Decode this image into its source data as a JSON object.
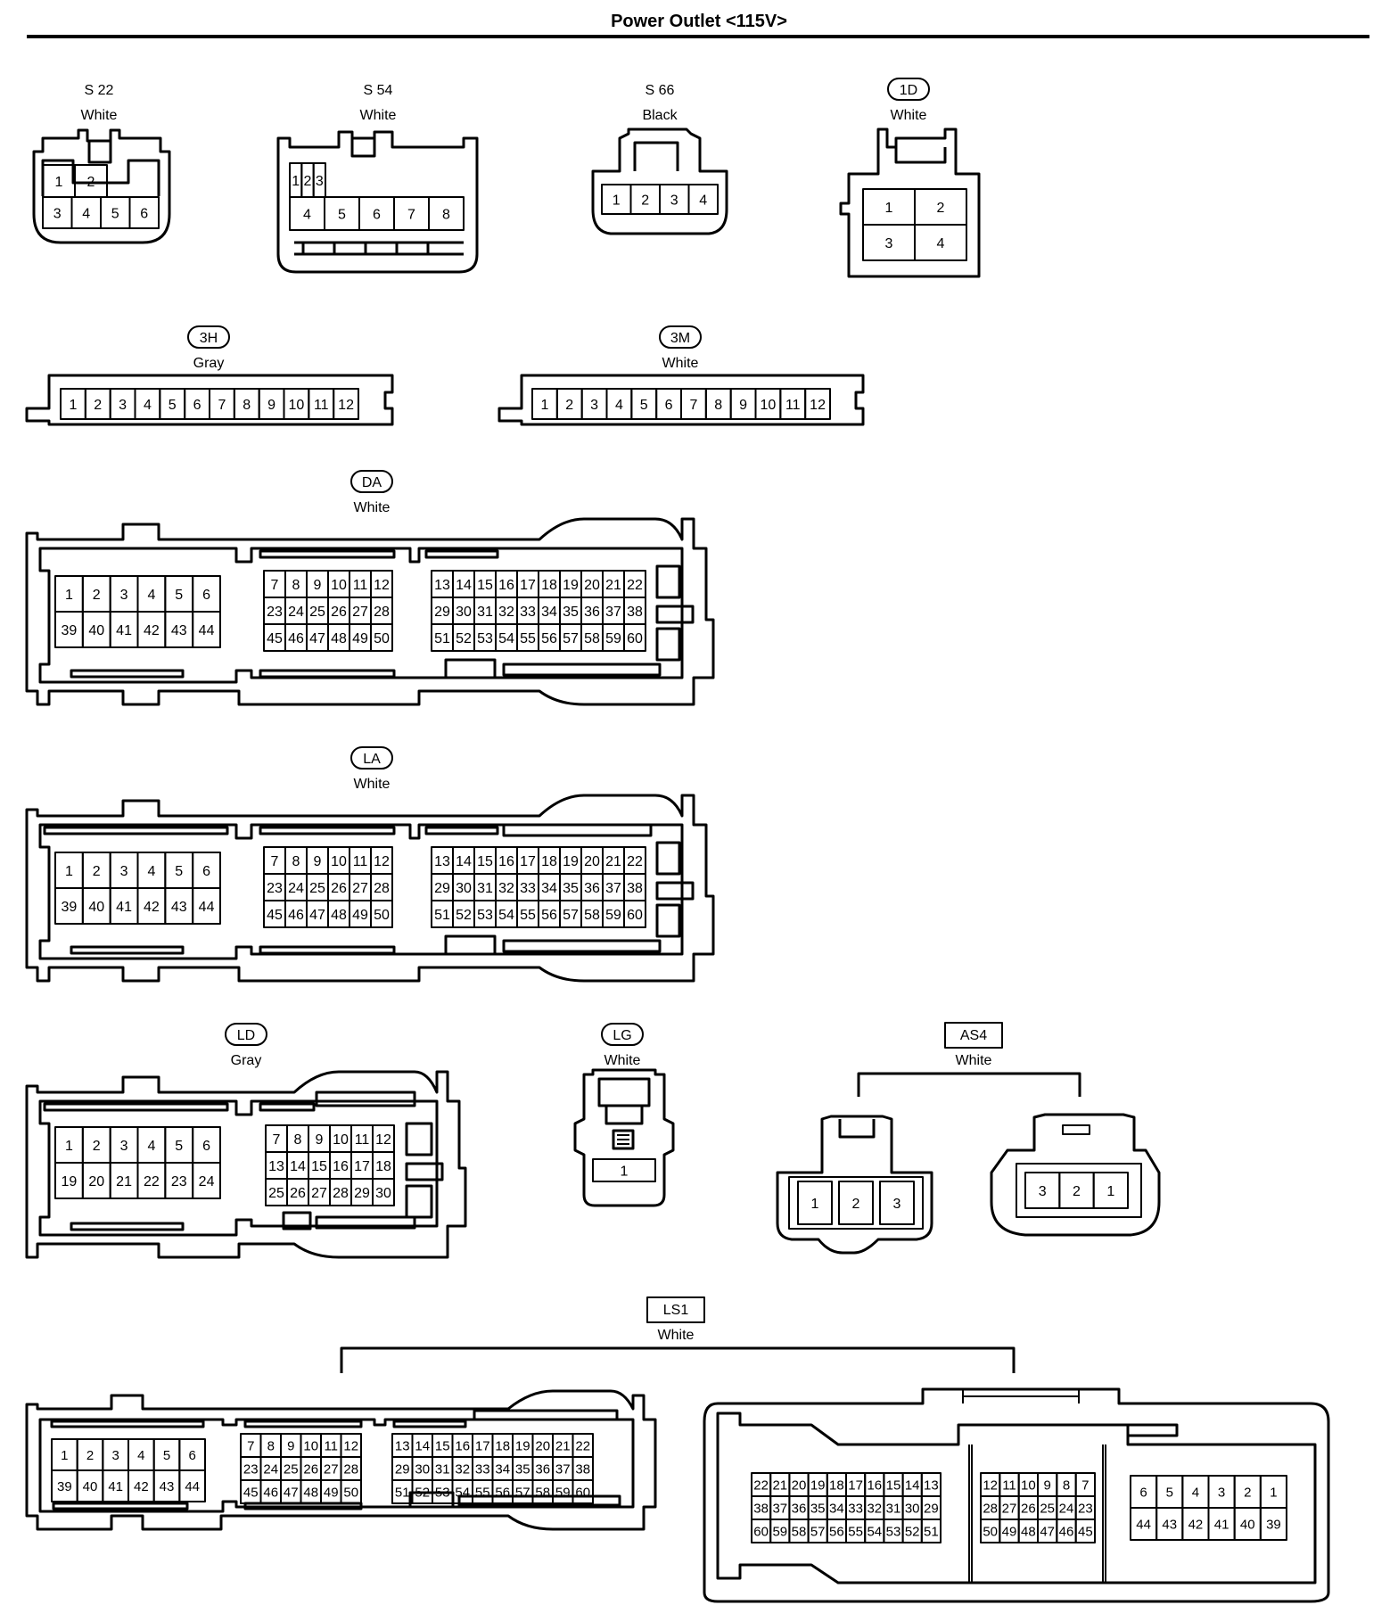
{
  "title": "Power Outlet <115V>",
  "connectors": {
    "s22": {
      "code": "S 22",
      "color": "White"
    },
    "s54": {
      "code": "S 54",
      "color": "White"
    },
    "s66": {
      "code": "S 66",
      "color": "Black"
    },
    "c1d": {
      "code": "1D",
      "color": "White"
    },
    "c3h": {
      "code": "3H",
      "color": "Gray"
    },
    "c3m": {
      "code": "3M",
      "color": "White"
    },
    "da": {
      "code": "DA",
      "color": "White"
    },
    "la": {
      "code": "LA",
      "color": "White"
    },
    "ld": {
      "code": "LD",
      "color": "Gray"
    },
    "lg": {
      "code": "LG",
      "color": "White"
    },
    "as4": {
      "code": "AS4",
      "color": "White"
    },
    "ls1": {
      "code": "LS1",
      "color": "White"
    }
  },
  "pins": {
    "s22": [
      [
        "1",
        "2"
      ],
      [
        "3",
        "4",
        "5",
        "6"
      ]
    ],
    "s54": [
      [
        "1",
        "2",
        "3"
      ],
      [
        "4",
        "5",
        "6",
        "7",
        "8"
      ]
    ],
    "s66": [
      [
        "1",
        "2",
        "3",
        "4"
      ]
    ],
    "c1d": [
      [
        "1",
        "2"
      ],
      [
        "3",
        "4"
      ]
    ],
    "c3h": [
      [
        "1",
        "2",
        "3",
        "4",
        "5",
        "6",
        "7",
        "8",
        "9",
        "10",
        "11",
        "12"
      ]
    ],
    "c3m": [
      [
        "1",
        "2",
        "3",
        "4",
        "5",
        "6",
        "7",
        "8",
        "9",
        "10",
        "11",
        "12"
      ]
    ],
    "da_a": [
      [
        "1",
        "2",
        "3",
        "4",
        "5",
        "6"
      ],
      [
        "39",
        "40",
        "41",
        "42",
        "43",
        "44"
      ]
    ],
    "da_b": [
      [
        "7",
        "8",
        "9",
        "10",
        "11",
        "12"
      ],
      [
        "23",
        "24",
        "25",
        "26",
        "27",
        "28"
      ],
      [
        "45",
        "46",
        "47",
        "48",
        "49",
        "50"
      ]
    ],
    "da_c": [
      [
        "13",
        "14",
        "15",
        "16",
        "17",
        "18",
        "19",
        "20",
        "21",
        "22"
      ],
      [
        "29",
        "30",
        "31",
        "32",
        "33",
        "34",
        "35",
        "36",
        "37",
        "38"
      ],
      [
        "51",
        "52",
        "53",
        "54",
        "55",
        "56",
        "57",
        "58",
        "59",
        "60"
      ]
    ],
    "la_a": [
      [
        "1",
        "2",
        "3",
        "4",
        "5",
        "6"
      ],
      [
        "39",
        "40",
        "41",
        "42",
        "43",
        "44"
      ]
    ],
    "la_b": [
      [
        "7",
        "8",
        "9",
        "10",
        "11",
        "12"
      ],
      [
        "23",
        "24",
        "25",
        "26",
        "27",
        "28"
      ],
      [
        "45",
        "46",
        "47",
        "48",
        "49",
        "50"
      ]
    ],
    "la_c": [
      [
        "13",
        "14",
        "15",
        "16",
        "17",
        "18",
        "19",
        "20",
        "21",
        "22"
      ],
      [
        "29",
        "30",
        "31",
        "32",
        "33",
        "34",
        "35",
        "36",
        "37",
        "38"
      ],
      [
        "51",
        "52",
        "53",
        "54",
        "55",
        "56",
        "57",
        "58",
        "59",
        "60"
      ]
    ],
    "ld_a": [
      [
        "1",
        "2",
        "3",
        "4",
        "5",
        "6"
      ],
      [
        "19",
        "20",
        "21",
        "22",
        "23",
        "24"
      ]
    ],
    "ld_b": [
      [
        "7",
        "8",
        "9",
        "10",
        "11",
        "12"
      ],
      [
        "13",
        "14",
        "15",
        "16",
        "17",
        "18"
      ],
      [
        "25",
        "26",
        "27",
        "28",
        "29",
        "30"
      ]
    ],
    "lg": [
      [
        "1"
      ]
    ],
    "as4_l": [
      [
        "1",
        "2",
        "3"
      ]
    ],
    "as4_r": [
      [
        "3",
        "2",
        "1"
      ]
    ],
    "ls1_a": [
      [
        "1",
        "2",
        "3",
        "4",
        "5",
        "6"
      ],
      [
        "39",
        "40",
        "41",
        "42",
        "43",
        "44"
      ]
    ],
    "ls1_b": [
      [
        "7",
        "8",
        "9",
        "10",
        "11",
        "12"
      ],
      [
        "23",
        "24",
        "25",
        "26",
        "27",
        "28"
      ],
      [
        "45",
        "46",
        "47",
        "48",
        "49",
        "50"
      ]
    ],
    "ls1_c": [
      [
        "13",
        "14",
        "15",
        "16",
        "17",
        "18",
        "19",
        "20",
        "21",
        "22"
      ],
      [
        "29",
        "30",
        "31",
        "32",
        "33",
        "34",
        "35",
        "36",
        "37",
        "38"
      ],
      [
        "51",
        "52",
        "53",
        "54",
        "55",
        "56",
        "57",
        "58",
        "59",
        "60"
      ]
    ],
    "ls1_d": [
      [
        "22",
        "21",
        "20",
        "19",
        "18",
        "17",
        "16",
        "15",
        "14",
        "13"
      ],
      [
        "38",
        "37",
        "36",
        "35",
        "34",
        "33",
        "32",
        "31",
        "30",
        "29"
      ],
      [
        "60",
        "59",
        "58",
        "57",
        "56",
        "55",
        "54",
        "53",
        "52",
        "51"
      ]
    ],
    "ls1_e": [
      [
        "12",
        "11",
        "10",
        "9",
        "8",
        "7"
      ],
      [
        "28",
        "27",
        "26",
        "25",
        "24",
        "23"
      ],
      [
        "50",
        "49",
        "48",
        "47",
        "46",
        "45"
      ]
    ],
    "ls1_f": [
      [
        "6",
        "5",
        "4",
        "3",
        "2",
        "1"
      ],
      [
        "44",
        "43",
        "42",
        "41",
        "40",
        "39"
      ]
    ]
  }
}
